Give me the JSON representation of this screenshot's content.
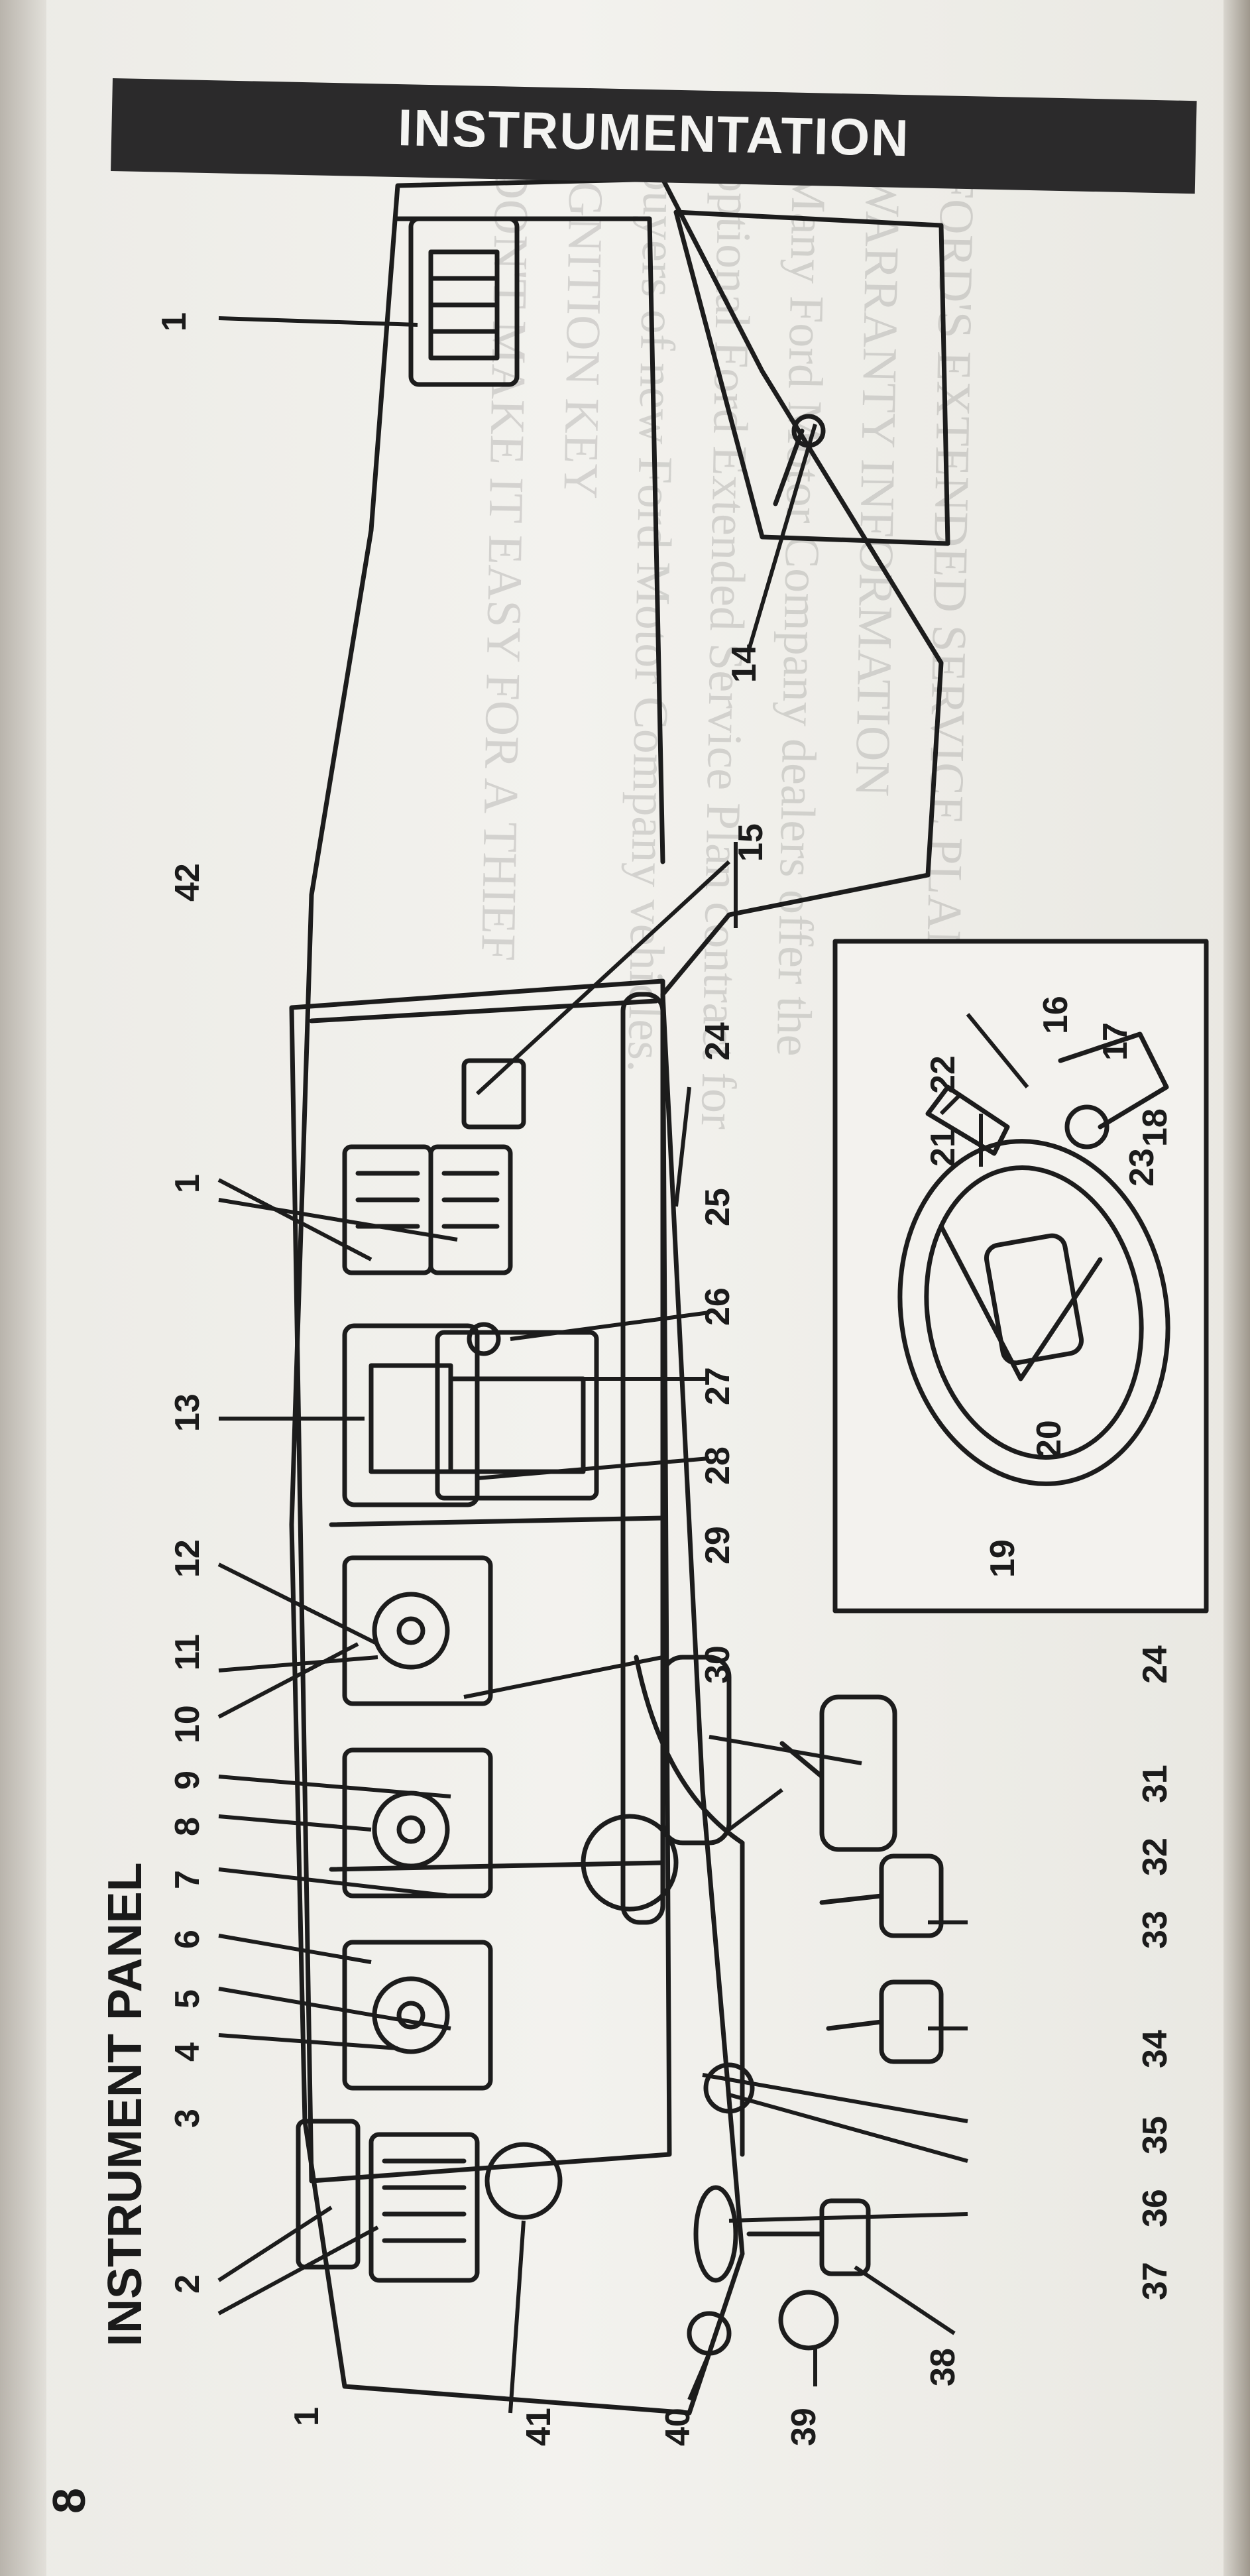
{
  "header": {
    "title": "INSTRUMENTATION"
  },
  "page": {
    "number": "8",
    "side_title": "INSTRUMENT PANEL"
  },
  "callouts": [
    "1",
    "2",
    "3",
    "4",
    "5",
    "6",
    "7",
    "8",
    "9",
    "10",
    "11",
    "12",
    "13",
    "14",
    "15",
    "16",
    "17",
    "18",
    "19",
    "20",
    "21",
    "22",
    "23",
    "24",
    "25",
    "26",
    "27",
    "28",
    "29",
    "30",
    "31",
    "32",
    "33",
    "34",
    "35",
    "36",
    "37",
    "38",
    "39",
    "40",
    "41",
    "42"
  ],
  "bleed_through_text": "FORD'S EXTENDED SERVICE PLAN\nWARRANTY INFORMATION\nMany Ford Motor Company dealers offer the\noptional Ford Extended Service Plan contract for\nbuyers of new Ford Motor Company vehicles.\nIGNITION KEY\nDON'T MAKE IT EASY FOR A THIEF"
}
